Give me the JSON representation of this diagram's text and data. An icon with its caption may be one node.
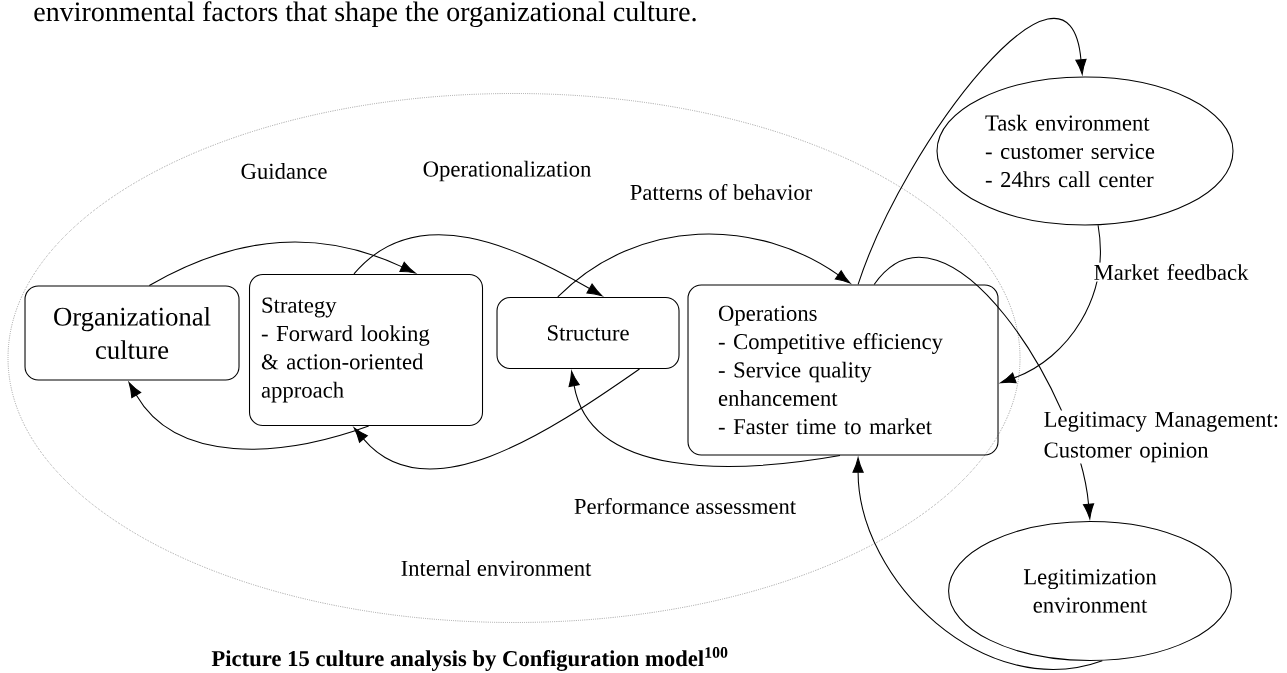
{
  "diagram": {
    "caption": "Picture 15 culture analysis by Configuration model$^{100}$",
    "nodes": [
      {
        "text": [
          "Internal environment"
        ]
      },
      {
        "text": [
          "Organizational culture"
        ],
        "in": 0
      },
      {
        "text": [
          "Strategy",
          "- Forward looking & action-oriented approach"
        ],
        "in": 0
      },
      {
        "text": [
          "Structure"
        ],
        "in": 0
      },
      {
        "text": [
          "Operations",
          "- Competitive efficiency",
          "- Service quality enhancement",
          "- Faster time to market"
        ],
        "in": 0
      },
      {
        "text": [
          "Task environment",
          "- customer service",
          "- 24hrs call center"
        ]
      },
      {
        "text": [
          "Legitimization environment"
        ]
      }
    ],
    "edges": [
      {
        "from": 1,
        "to": 2,
        "arrow": "to",
        "label": "Guidance"
      },
      {
        "from": 2,
        "to": 3,
        "arrow": "to",
        "label": "Operationalization"
      },
      {
        "from": 3,
        "to": 4,
        "arrow": "to",
        "label": "Patterns of behavior"
      },
      {
        "from": 4,
        "to": 3,
        "arrow": "to",
        "label": "Performance assessment"
      },
      {
        "from": 3,
        "to": 2,
        "arrow": "to"
      },
      {
        "from": 2,
        "to": 1,
        "arrow": "to"
      },
      {
        "from": 4,
        "to": 5,
        "arrow": "to"
      },
      {
        "from": 5,
        "to": 4,
        "arrow": "to",
        "label": "Market feedback"
      },
      {
        "from": 4,
        "to": 6,
        "arrow": "to",
        "label": "Legitimacy Management: Customer opinion"
      },
      {
        "from": 6,
        "to": 4,
        "arrow": "to"
      }
    ],
    "labels": [
      "environmental factors that shape the organizational culture."
    ]
  }
}
